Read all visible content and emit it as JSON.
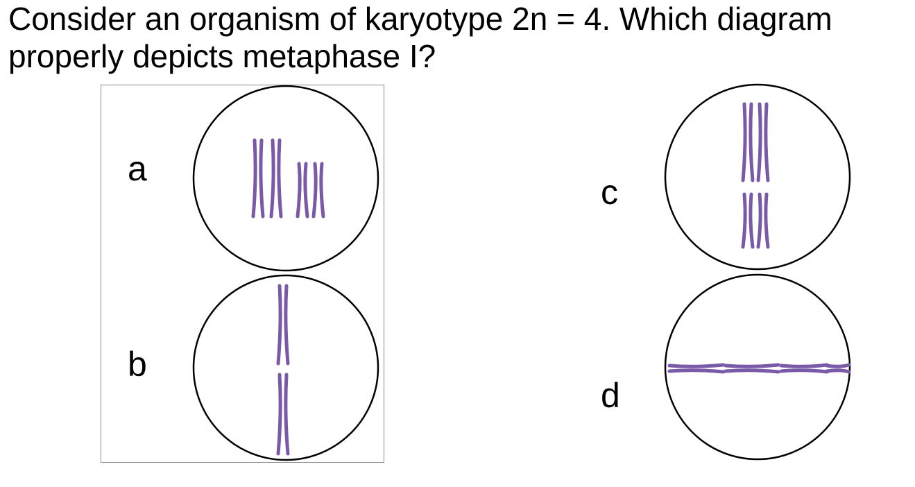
{
  "question": {
    "line1": "Consider an organism of karyotype 2n = 4. Which diagram",
    "line2": "properly depicts metaphase I?"
  },
  "options": [
    {
      "label": "a"
    },
    {
      "label": "b"
    },
    {
      "label": "c"
    },
    {
      "label": "d"
    }
  ],
  "colors": {
    "chromosome": "#7a5aa8",
    "cell_outline": "#000000",
    "frame_border": "#888888"
  },
  "icons": [
    "cell-circle-icon",
    "chromosome-icon"
  ]
}
